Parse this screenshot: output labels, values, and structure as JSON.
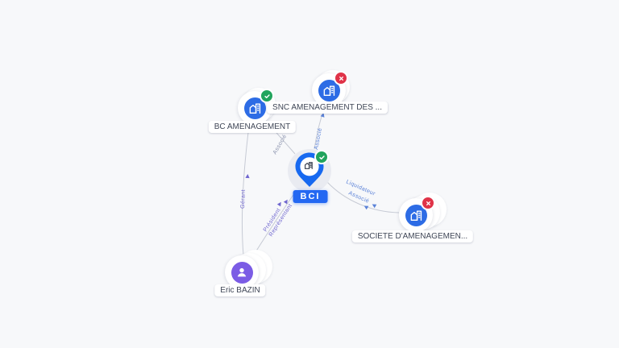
{
  "app": {
    "type": "company-relations-graph",
    "background": "#f7f8fa"
  },
  "graph": {
    "nodes": [
      {
        "id": "bci",
        "label": "BCI",
        "kind": "focus-company",
        "icon": "company-pin-icon",
        "badge": "check"
      },
      {
        "id": "bc-amenagement",
        "label": "BC AMENAGEMENT",
        "kind": "company",
        "icon": "company-icon",
        "badge": "check"
      },
      {
        "id": "snc-amenagement",
        "label": "SNC AMENAGEMENT DES ...",
        "kind": "company",
        "icon": "company-icon",
        "badge": "cross"
      },
      {
        "id": "societe-damenagement",
        "label": "SOCIETE D'AMENAGEMEN...",
        "kind": "company",
        "icon": "company-icon",
        "badge": "cross"
      },
      {
        "id": "eric-bazin",
        "label": "Eric BAZIN",
        "kind": "person",
        "icon": "person-icon",
        "badge": "none"
      }
    ],
    "edges": [
      {
        "from": "BCI",
        "to": "BC AMENAGEMENT",
        "labels": [
          "Associé"
        ]
      },
      {
        "from": "BCI",
        "to": "SNC AMENAGEMENT DES ...",
        "labels": [
          "Associé"
        ]
      },
      {
        "from": "BCI",
        "to": "SOCIETE D'AMENAGEMEN...",
        "labels": [
          "Liquidateur",
          "Associé"
        ]
      },
      {
        "from": "Eric BAZIN",
        "to": "BC AMENAGEMENT",
        "labels": [
          "Gérant"
        ]
      },
      {
        "from": "Eric BAZIN",
        "to": "BCI",
        "labels": [
          "Président",
          "Représentant"
        ]
      }
    ]
  },
  "colors": {
    "company_blue": "#2d6ce5",
    "person_purple": "#7b5ce5",
    "focus_pin_blue": "#1769f0",
    "focus_label_bg": "#2468f2",
    "badge_green": "#22a45d",
    "badge_red": "#e03348",
    "edge_line": "#c6cad4",
    "edge_label_blue": "#5b82d8",
    "edge_label_purple": "#6f66cf",
    "edge_label_muted": "#8a92ad",
    "pill_text": "#3f4656"
  }
}
